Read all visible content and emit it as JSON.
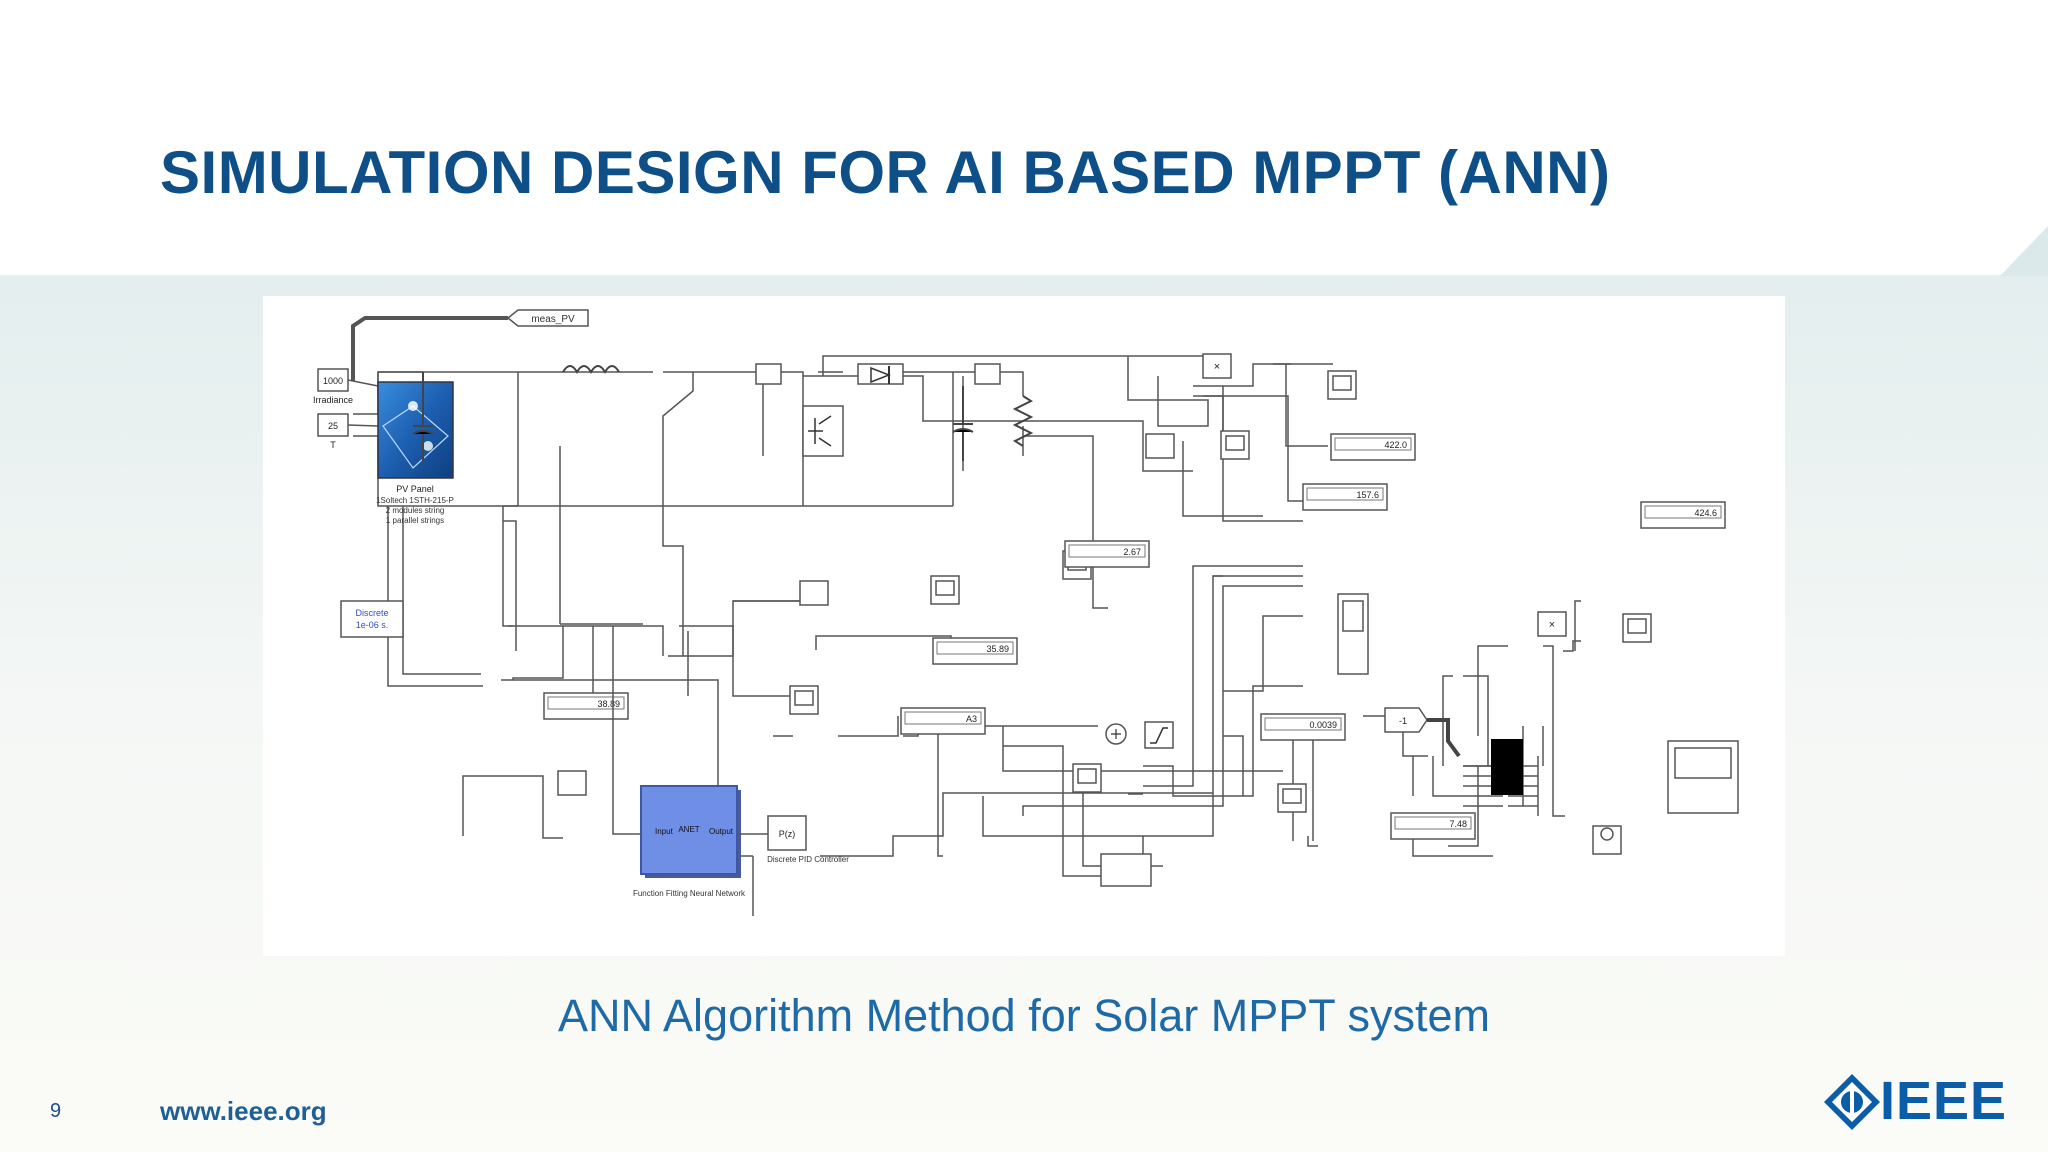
{
  "slide": {
    "title": "SIMULATION DESIGN FOR AI BASED MPPT (ANN)",
    "caption": "ANN Algorithm Method for Solar MPPT system",
    "page_number": "9",
    "url": "www.ieee.org",
    "logo_text": "IEEE",
    "colors": {
      "title": "#0d4f86",
      "caption": "#1e6aa6",
      "brand": "#0a5da6",
      "nn_block": "#6f8fe6",
      "pv_block": "#1f6fc2"
    }
  },
  "diagram": {
    "goto_tag": "meas_PV",
    "irradiance_value": "1000",
    "irradiance_label": "Irradiance",
    "temperature_value": "25",
    "temperature_label": "T",
    "pv_panel_label": "PV Panel",
    "pv_panel_desc1": "1Soltech 1STH-215-P",
    "pv_panel_desc2": "2 modules string",
    "pv_panel_desc3": "1 parallel strings",
    "powergui_line1": "Discrete",
    "powergui_line2": "1e-06 s.",
    "display_values": [
      "422.0",
      "157.6",
      "2.67",
      "35.89",
      "38.89",
      "A3",
      "0.0039",
      "424.6",
      "7.48"
    ],
    "nn_input": "Input",
    "nn_title": "ANET",
    "nn_output": "Output",
    "nn_label": "Function Fitting Neural Network",
    "pid_text": "P(z)",
    "pid_label": "Discrete PID Controller",
    "product_sign": "×",
    "const_sign": "-1"
  }
}
